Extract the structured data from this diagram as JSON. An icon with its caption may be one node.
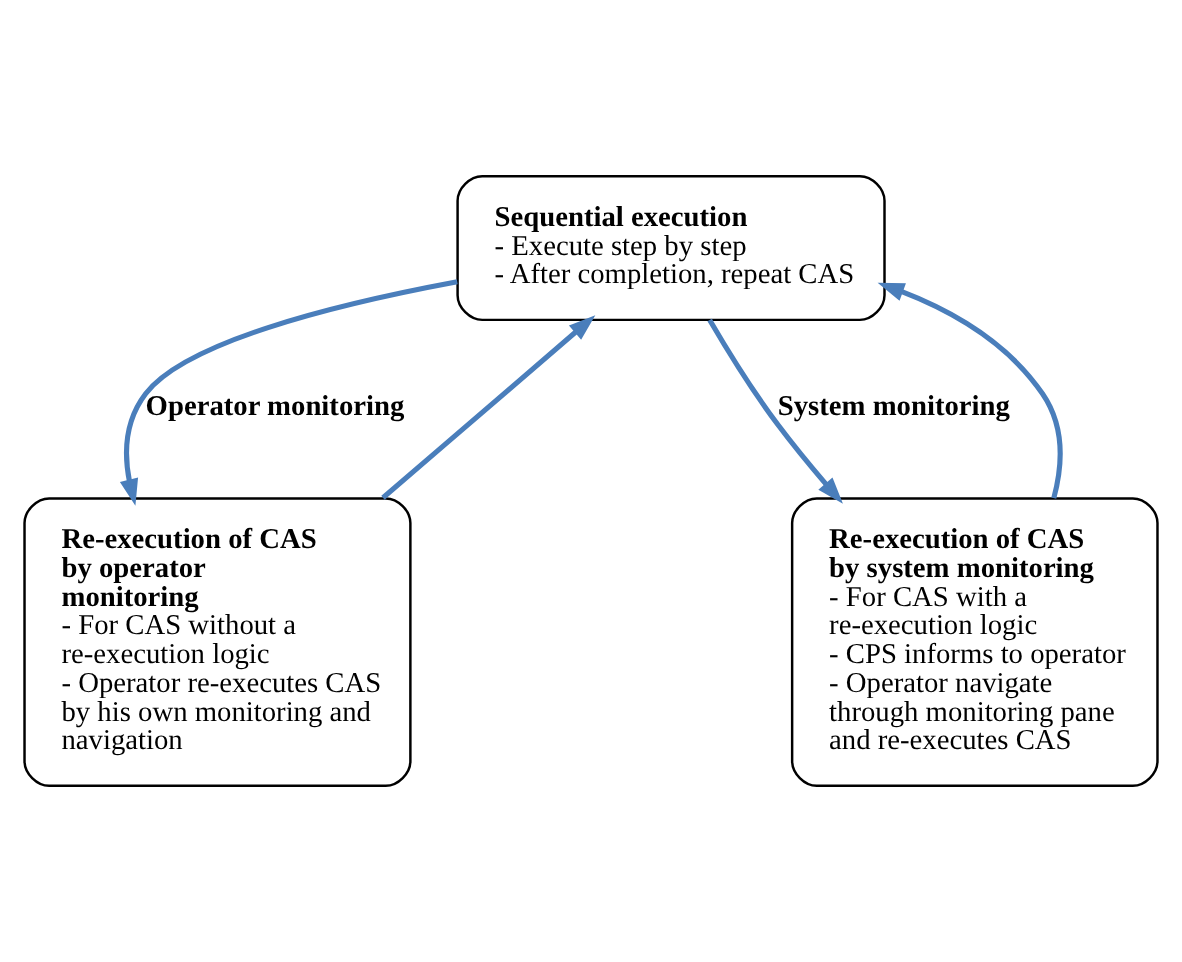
{
  "diagram": {
    "nodes": [
      {
        "text": [
          "Sequential execution",
          "- Execute step by step",
          "- After completion, repeat CAS"
        ]
      },
      {
        "text": [
          "Re-execution of CAS by operator monitoring",
          "- For CAS without a re-execution logic",
          "- Operator re-executes CAS by his own monitoring and navigation"
        ]
      },
      {
        "text": [
          "Re-execution of CAS by system monitoring",
          "- For CAS with a re-execution logic",
          "- CPS informs to operator",
          "- Operator navigate through monitoring pane and re-executes CAS"
        ]
      }
    ],
    "edges": [
      {
        "from": 0,
        "to": 1,
        "arrow": "to",
        "label": "Operator monitoring"
      },
      {
        "from": 1,
        "to": 0,
        "arrow": "to"
      },
      {
        "from": 0,
        "to": 2,
        "arrow": "to",
        "label": "System monitoring"
      },
      {
        "from": 2,
        "to": 0,
        "arrow": "to"
      }
    ]
  }
}
